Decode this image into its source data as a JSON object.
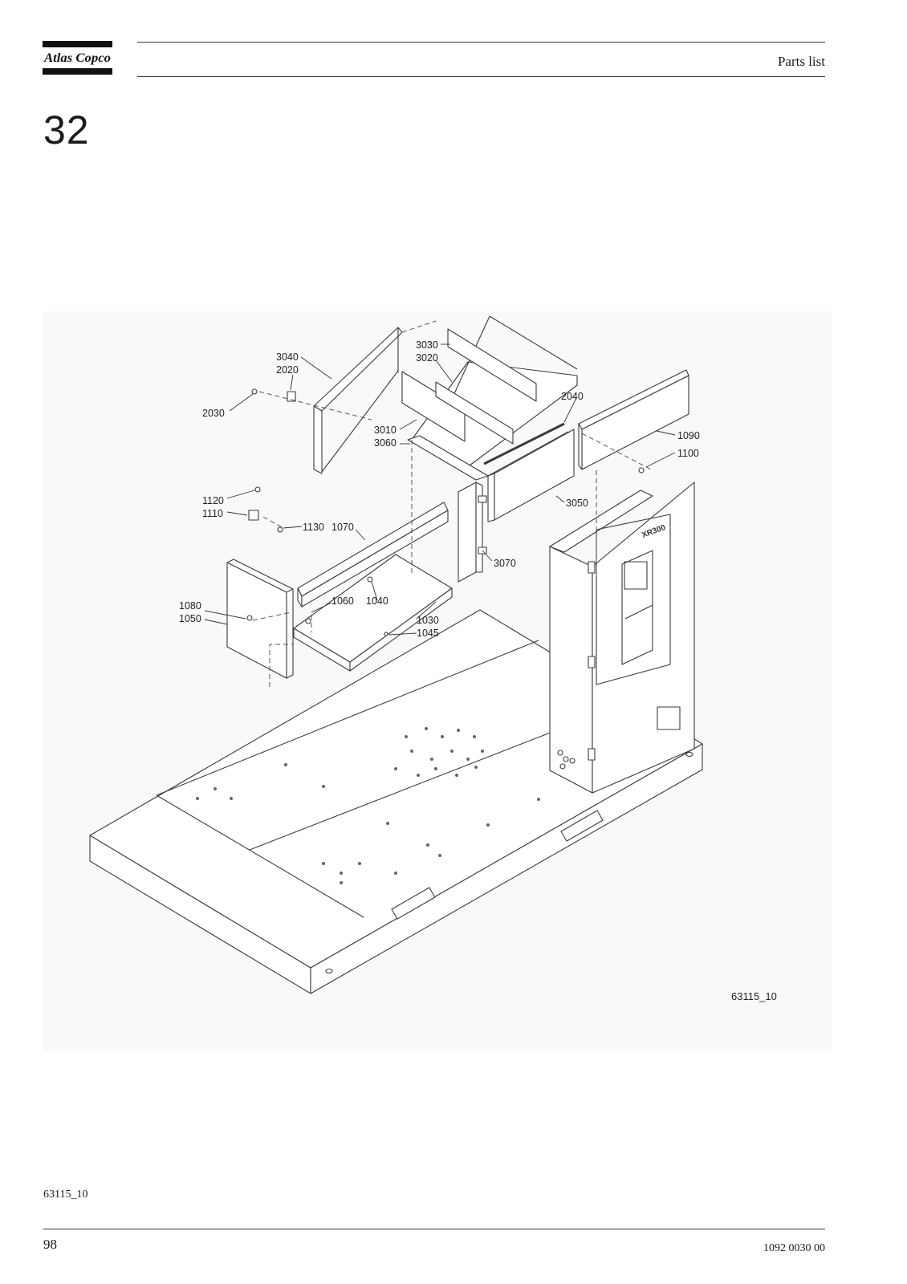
{
  "header": {
    "brand": "Atlas Copco",
    "title": "Parts list"
  },
  "section": {
    "number": "32"
  },
  "figure": {
    "code": "63115_10",
    "callouts": [
      {
        "id": "c3040",
        "text": "3040"
      },
      {
        "id": "c2020",
        "text": "2020"
      },
      {
        "id": "c2030",
        "text": "2030"
      },
      {
        "id": "c3030",
        "text": "3030"
      },
      {
        "id": "c3020",
        "text": "3020"
      },
      {
        "id": "c2040",
        "text": "2040"
      },
      {
        "id": "c3010",
        "text": "3010"
      },
      {
        "id": "c3060",
        "text": "3060"
      },
      {
        "id": "c1090",
        "text": "1090"
      },
      {
        "id": "c1100",
        "text": "1100"
      },
      {
        "id": "c1120",
        "text": "1120"
      },
      {
        "id": "c1110",
        "text": "1110"
      },
      {
        "id": "c1130",
        "text": "1130"
      },
      {
        "id": "c1070",
        "text": "1070"
      },
      {
        "id": "c3050",
        "text": "3050"
      },
      {
        "id": "c3070",
        "text": "3070"
      },
      {
        "id": "c1080",
        "text": "1080"
      },
      {
        "id": "c1050",
        "text": "1050"
      },
      {
        "id": "c1060",
        "text": "1060"
      },
      {
        "id": "c1040",
        "text": "1040"
      },
      {
        "id": "c1030",
        "text": "1030"
      },
      {
        "id": "c1045",
        "text": "1045"
      }
    ],
    "panel_badge": "XR300"
  },
  "footer": {
    "figure_ref": "63115_10",
    "page_number": "98",
    "document_number": "1092 0030 00"
  }
}
